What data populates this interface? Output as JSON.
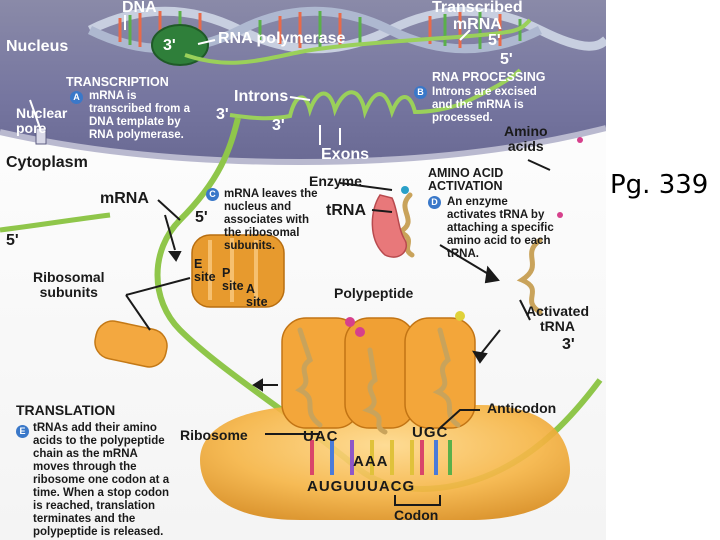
{
  "labels": {
    "dna": "DNA",
    "transcribed_mrna": "Transcribed\nmRNA",
    "nucleus": "Nucleus",
    "three_prime_top": "3'",
    "rna_polymerase": "RNA polymerase",
    "five_prime_top": "5'",
    "five_prime_top2": "5'",
    "introns": "Introns",
    "nuclear_pore": "Nuclear\npore",
    "three_prime_mid": "3'",
    "three_prime_mid2": "3'",
    "exons": "Exons",
    "cytoplasm": "Cytoplasm",
    "amino_acids": "Amino\nacids",
    "enzyme": "Enzyme",
    "trna": "tRNA",
    "mrna": "mRNA",
    "five_prime_mrna": "5'",
    "five_prime_left": "5'",
    "ribosomal_subunits": "Ribosomal\nsubunits",
    "e_site": "E\nsite",
    "p_site": "P\nsite",
    "a_site": "A\nsite",
    "polypeptide": "Polypeptide",
    "activated_trna": "Activated\ntRNA",
    "three_prime_right": "3'",
    "anticodon": "Anticodon",
    "ribosome": "Ribosome",
    "anticodon_1": "UAC",
    "anticodon_2": "AAA",
    "anticodon_3": "UGC",
    "mrna_sequence": "AUGUUUACG",
    "codon": "Codon"
  },
  "steps": [
    {
      "id": "A",
      "title": "TRANSCRIPTION",
      "text": "mRNA is\ntranscribed from a\nDNA template by\nRNA polymerase."
    },
    {
      "id": "B",
      "title": "RNA PROCESSING",
      "text": "Introns are excised\nand the mRNA is\nprocessed."
    },
    {
      "id": "C",
      "title": "",
      "text": "mRNA leaves the\nnucleus and\nassociates with\nthe ribosomal\nsubunits."
    },
    {
      "id": "D",
      "title": "AMINO ACID\nACTIVATION",
      "text": "An enzyme\nactivates tRNA by\nattaching a specific\namino acid to each\ntRNA."
    },
    {
      "id": "E",
      "title": "TRANSLATION",
      "text": "tRNAs add their amino\nacids to the polypeptide\nchain as the mRNA\nmoves through the\nribosome one codon at a\ntime. When a stop codon\nis reached, translation\nterminates and the\npolypeptide is released."
    }
  ],
  "page_ref": "Pg. 339"
}
